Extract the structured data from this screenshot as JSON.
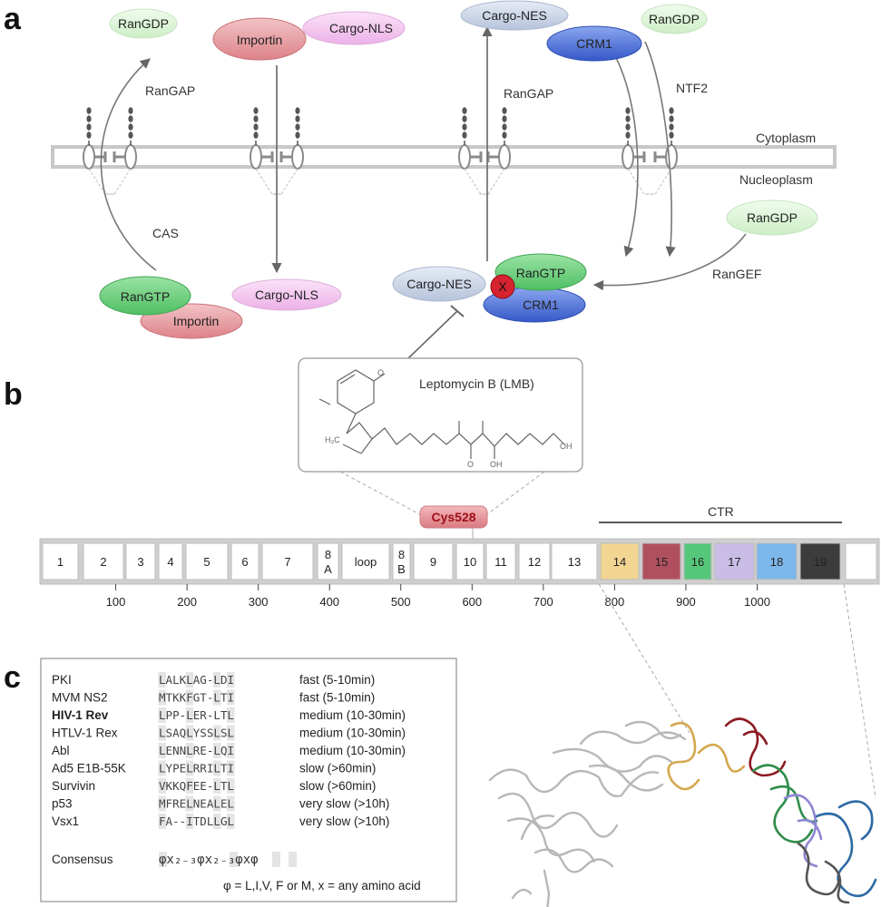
{
  "panels": {
    "a": "a",
    "b": "b",
    "c": "c"
  },
  "membrane": {
    "cytoplasm": "Cytoplasm",
    "nucleoplasm": "Nucleoplasm"
  },
  "import_path": {
    "rangdp_top": "RanGDP",
    "importin_top": "Importin",
    "cargo_nls_top": "Cargo-NLS",
    "rangap": "RanGAP",
    "cas": "CAS",
    "rangtp_bottom": "RanGTP",
    "importin_bottom": "Importin",
    "cargo_nls_bottom": "Cargo-NLS"
  },
  "export_path": {
    "cargo_nes_top": "Cargo-NES",
    "crm1_top": "CRM1",
    "rangdp_top": "RanGDP",
    "rangap": "RanGAP",
    "ntf2": "NTF2",
    "rangdp_nuc": "RanGDP",
    "rangef": "RanGEF",
    "cargo_nes_complex": "Cargo-NES",
    "rangtp_complex": "RanGTP",
    "crm1_complex": "CRM1",
    "block_mark": "X"
  },
  "inhibitor": {
    "name": "Leptomycin B (LMB)"
  },
  "crm1_map": {
    "ctr_label": "CTR",
    "cys_label": "Cys528",
    "domains": [
      {
        "label": "1"
      },
      {
        "label": "2"
      },
      {
        "label": "3"
      },
      {
        "label": "4"
      },
      {
        "label": "5"
      },
      {
        "label": "6"
      },
      {
        "label": "7"
      },
      {
        "label": "8\nA"
      },
      {
        "label": "loop"
      },
      {
        "label": "8\nB"
      },
      {
        "label": "9"
      },
      {
        "label": "10"
      },
      {
        "label": "11"
      },
      {
        "label": "12"
      },
      {
        "label": "13"
      },
      {
        "label": "14",
        "color": "#f1d591"
      },
      {
        "label": "15",
        "color": "#b0505e"
      },
      {
        "label": "16",
        "color": "#56c77a"
      },
      {
        "label": "17",
        "color": "#c9bde6"
      },
      {
        "label": "18",
        "color": "#7db7ea"
      },
      {
        "label": "19",
        "color": "#3c3c3c"
      },
      {
        "label": ""
      }
    ],
    "axis_ticks": [
      "100",
      "200",
      "300",
      "400",
      "500",
      "600",
      "700",
      "800",
      "900",
      "1000"
    ]
  },
  "nes_table": {
    "rows": [
      {
        "name": "PKI",
        "seq": "LALKLAG-LDI",
        "rate": "fast (5-10min)",
        "bold": false
      },
      {
        "name": "MVM NS2",
        "seq": "MTKKFGT-LTI",
        "rate": "fast (5-10min)",
        "bold": false
      },
      {
        "name": "HIV-1 Rev",
        "seq": "LPP-LER-LTL",
        "rate": "medium (10-30min)",
        "bold": true
      },
      {
        "name": "HTLV-1 Rex",
        "seq": "LSAQLYSSLSL",
        "rate": "medium (10-30min)",
        "bold": false
      },
      {
        "name": "Abl",
        "seq": "LENNLRE-LQI",
        "rate": "medium (10-30min)",
        "bold": false
      },
      {
        "name": "Ad5 E1B-55K",
        "seq": "LYPELRRILTI",
        "rate": "slow (>60min)",
        "bold": false
      },
      {
        "name": "Survivin",
        "seq": "VKKQFEE-LTL",
        "rate": "slow (>60min)",
        "bold": false
      },
      {
        "name": "p53",
        "seq": "MFRELNEALEL",
        "rate": "very slow (>10h)",
        "bold": false
      },
      {
        "name": "Vsx1",
        "seq": "FA--ITDLLGL",
        "rate": "very slow (>10h)",
        "bold": false
      }
    ],
    "consensus_label": "Consensus",
    "consensus_pattern": "φx₂₋₃φx₂₋₃φxφ",
    "legend": "φ = L,I,V, F or M, x = any amino acid"
  },
  "colors": {
    "rangdp": "#d9f5d3",
    "rangtp": "#6fcf7f",
    "importin": "#e59a9f",
    "cargo_nls": "#f2c3ef",
    "cargo_nes": "#c8d3e6",
    "crm1": "#4b70d8",
    "block": "#d6232f",
    "cys": "#e08a90"
  }
}
